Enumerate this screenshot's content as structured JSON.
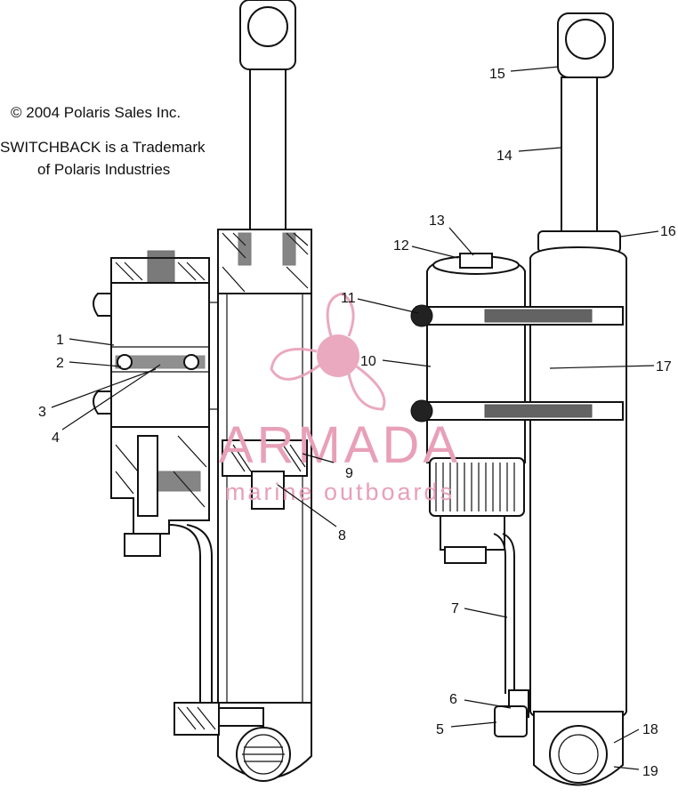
{
  "notes": {
    "copyright": "© 2004 Polaris Sales Inc.",
    "trademark_line1": "SWITCHBACK is a Trademark",
    "trademark_line2": "of Polaris Industries"
  },
  "watermark": {
    "brand": "ARMADA",
    "tagline": "marine outboards",
    "color": "#e8a0b8"
  },
  "callouts": [
    "1",
    "2",
    "3",
    "4",
    "5",
    "6",
    "7",
    "8",
    "9",
    "10",
    "11",
    "12",
    "13",
    "14",
    "15",
    "16",
    "17",
    "18",
    "19"
  ]
}
